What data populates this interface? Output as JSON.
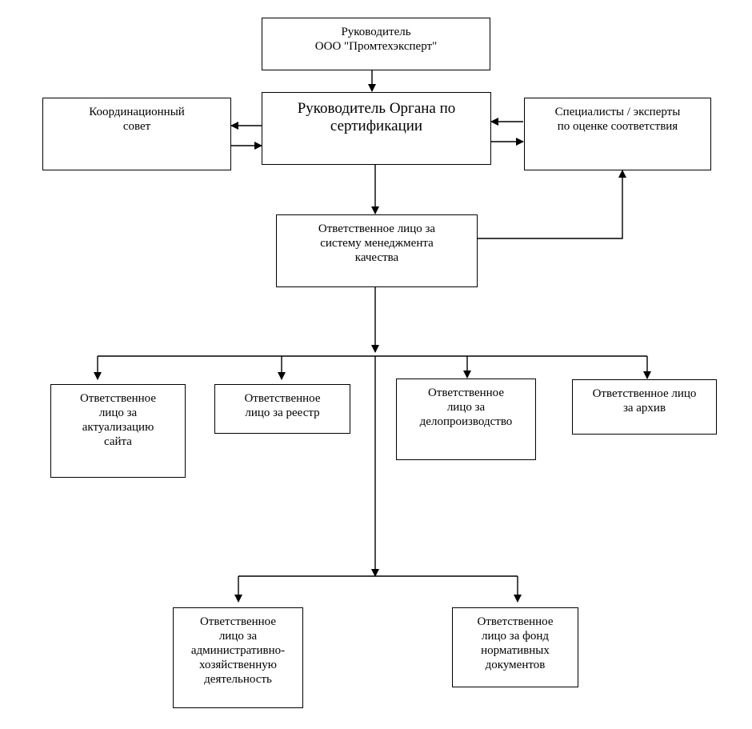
{
  "nodes": {
    "head_company": {
      "lines": [
        "Руководитель",
        "ООО \"Промтехэксперт\""
      ]
    },
    "head_body": {
      "lines": [
        "Руководитель Органа по",
        "сертификации"
      ]
    },
    "coord_council": {
      "lines": [
        "Координационный",
        "совет"
      ]
    },
    "experts": {
      "lines": [
        "Специалисты / эксперты",
        "по оценке соответствия"
      ]
    },
    "qms": {
      "lines": [
        "Ответственное лицо за",
        "систему менеджмента",
        "качества"
      ]
    },
    "site": {
      "lines": [
        "Ответственное",
        "лицо за",
        "актуализацию",
        "сайта"
      ]
    },
    "registry": {
      "lines": [
        "Ответственное",
        "лицо за реестр"
      ]
    },
    "records": {
      "lines": [
        "Ответственное",
        "лицо за",
        "делопроизводство"
      ]
    },
    "archive": {
      "lines": [
        "Ответственное лицо",
        "за архив"
      ]
    },
    "admin": {
      "lines": [
        "Ответственное",
        "лицо за",
        "административно-",
        "хозяйственную",
        "деятельность"
      ]
    },
    "fund": {
      "lines": [
        "Ответственное",
        "лицо за фонд",
        "нормативных",
        "документов"
      ]
    }
  },
  "connections": [
    {
      "from": "head_company",
      "to": "head_body"
    },
    {
      "from": "head_body",
      "to": "coord_council"
    },
    {
      "from": "coord_council",
      "to": "head_body"
    },
    {
      "from": "experts",
      "to": "head_body"
    },
    {
      "from": "head_body",
      "to": "experts"
    },
    {
      "from": "head_body",
      "to": "qms"
    },
    {
      "from": "qms",
      "to": "experts"
    },
    {
      "from": "qms",
      "to": "site"
    },
    {
      "from": "qms",
      "to": "registry"
    },
    {
      "from": "qms",
      "to": "records"
    },
    {
      "from": "qms",
      "to": "archive"
    },
    {
      "from": "qms",
      "to": "admin"
    },
    {
      "from": "qms",
      "to": "fund"
    }
  ]
}
